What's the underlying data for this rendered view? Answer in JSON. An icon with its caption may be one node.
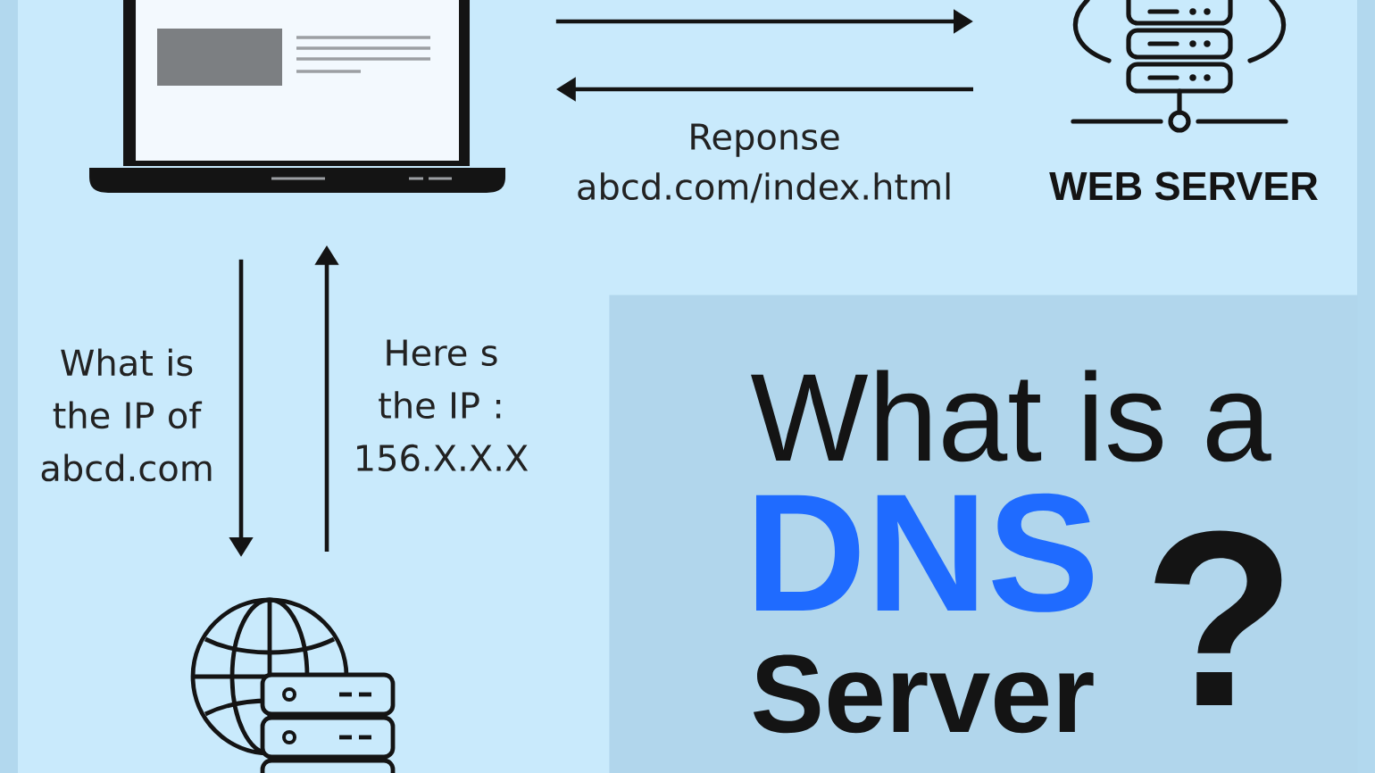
{
  "diagram": {
    "nodes": [
      {
        "text": [],
        "shape": "picture"
      },
      {
        "text": [],
        "shape": "picture",
        "beside": [
          "WEB SERVER"
        ]
      },
      {
        "text": [],
        "shape": "picture"
      },
      {
        "text": [
          "What is a",
          "DNS",
          "Server",
          "?"
        ]
      }
    ],
    "edges": [
      {
        "from": 0,
        "to": 1,
        "arrow": "to"
      },
      {
        "from": 1,
        "to": 0,
        "arrow": "to",
        "label": "Reponse abcd.com/index.html"
      },
      {
        "from": 0,
        "to": 2,
        "arrow": "to",
        "label": "What is the IP of abcd.com"
      },
      {
        "from": 2,
        "to": 0,
        "arrow": "to",
        "label": "Here s the IP : 156.X.X.X"
      }
    ]
  }
}
